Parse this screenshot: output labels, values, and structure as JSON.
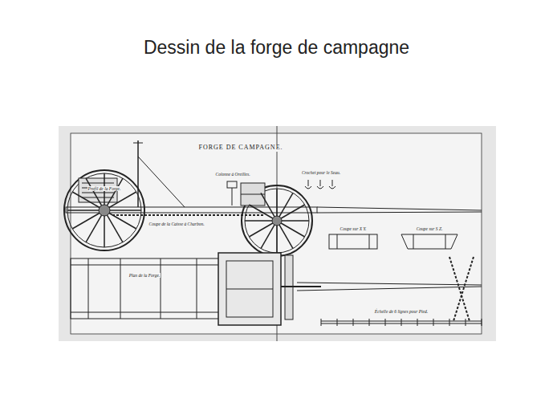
{
  "diagram": {
    "title": "Dessin de la forge de campagne",
    "labels": [
      "FORGE DE CAMPAGNE.",
      "Profil de la Forge.",
      "Plan de la Forge.",
      "Coupe de la Caisse à Charbon.",
      "Coupe sur X Y.",
      "Coupe sur S Z.",
      "Échelle de 6 lignes pour Pied.",
      "Crochet pour le Seau.",
      "Colonne à Oreilles."
    ]
  }
}
